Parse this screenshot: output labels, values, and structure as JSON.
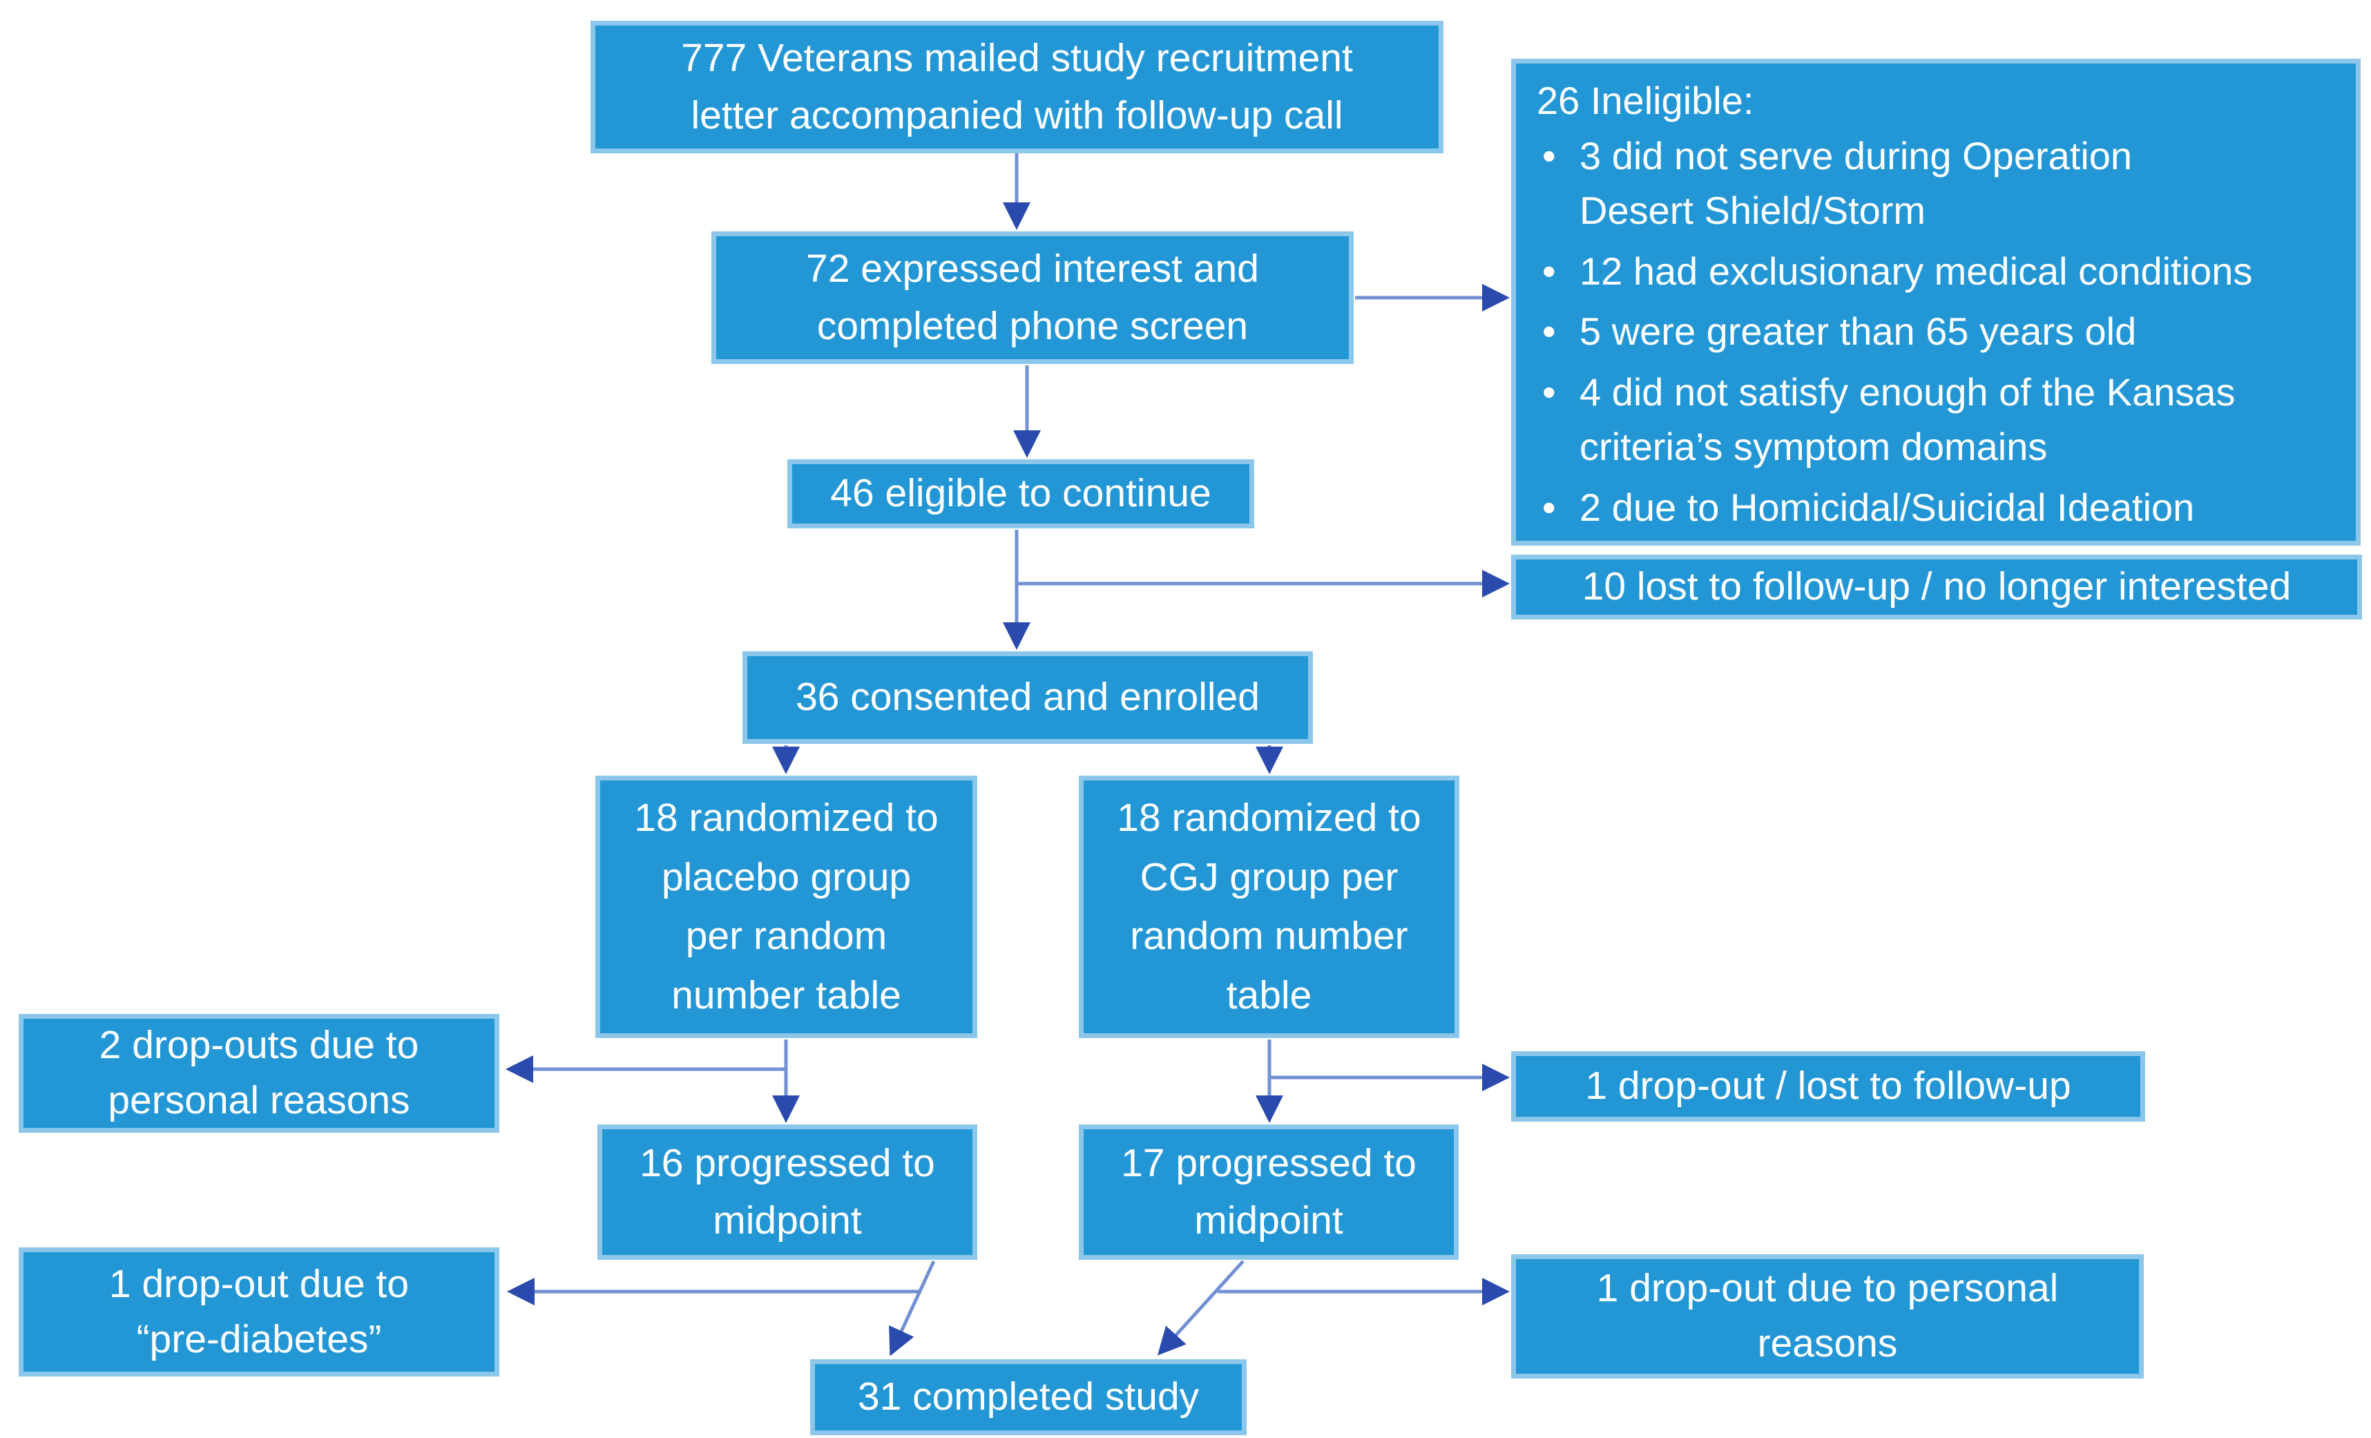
{
  "diagram_type": "study-recruitment-flowchart",
  "colors": {
    "box_fill": "#2397d5",
    "box_border": "#8cc7e9",
    "connector_line": "#7290d2",
    "arrowhead": "#2a4bad",
    "text": "#ffffff",
    "background": "#ffffff"
  },
  "nodes": {
    "mailed": {
      "label": "777 Veterans mailed study recruitment\nletter accompanied with follow-up call"
    },
    "phone_screen": {
      "label": "72 expressed interest and\ncompleted phone screen"
    },
    "ineligible": {
      "heading": "26 Ineligible:",
      "items": [
        "3 did not serve during Operation\nDesert Shield/Storm",
        "12 had exclusionary medical conditions",
        "5 were greater than 65 years old",
        "4 did not satisfy enough of the Kansas\ncriteria’s symptom domains",
        "2 due to Homicidal/Suicidal Ideation"
      ]
    },
    "eligible": {
      "label": "46 eligible to continue"
    },
    "lost_followup": {
      "label": "10 lost to follow-up / no longer interested"
    },
    "consented": {
      "label": "36 consented and enrolled"
    },
    "placebo": {
      "label": "18 randomized to\nplacebo group\nper random\nnumber table"
    },
    "cgj": {
      "label": "18 randomized to\nCGJ group per\nrandom number\ntable"
    },
    "dropouts_personal_left": {
      "label": "2 drop-outs due to\npersonal reasons"
    },
    "dropout_lost": {
      "label": "1 drop-out / lost to follow-up"
    },
    "midpoint_placebo": {
      "label": "16 progressed to\nmidpoint"
    },
    "midpoint_cgj": {
      "label": "17 progressed to\nmidpoint"
    },
    "dropout_prediabetes": {
      "label": "1 drop-out due to\n“pre-diabetes”"
    },
    "dropout_personal_right": {
      "label": "1 drop-out due to personal\nreasons"
    },
    "completed": {
      "label": "31 completed study"
    }
  }
}
